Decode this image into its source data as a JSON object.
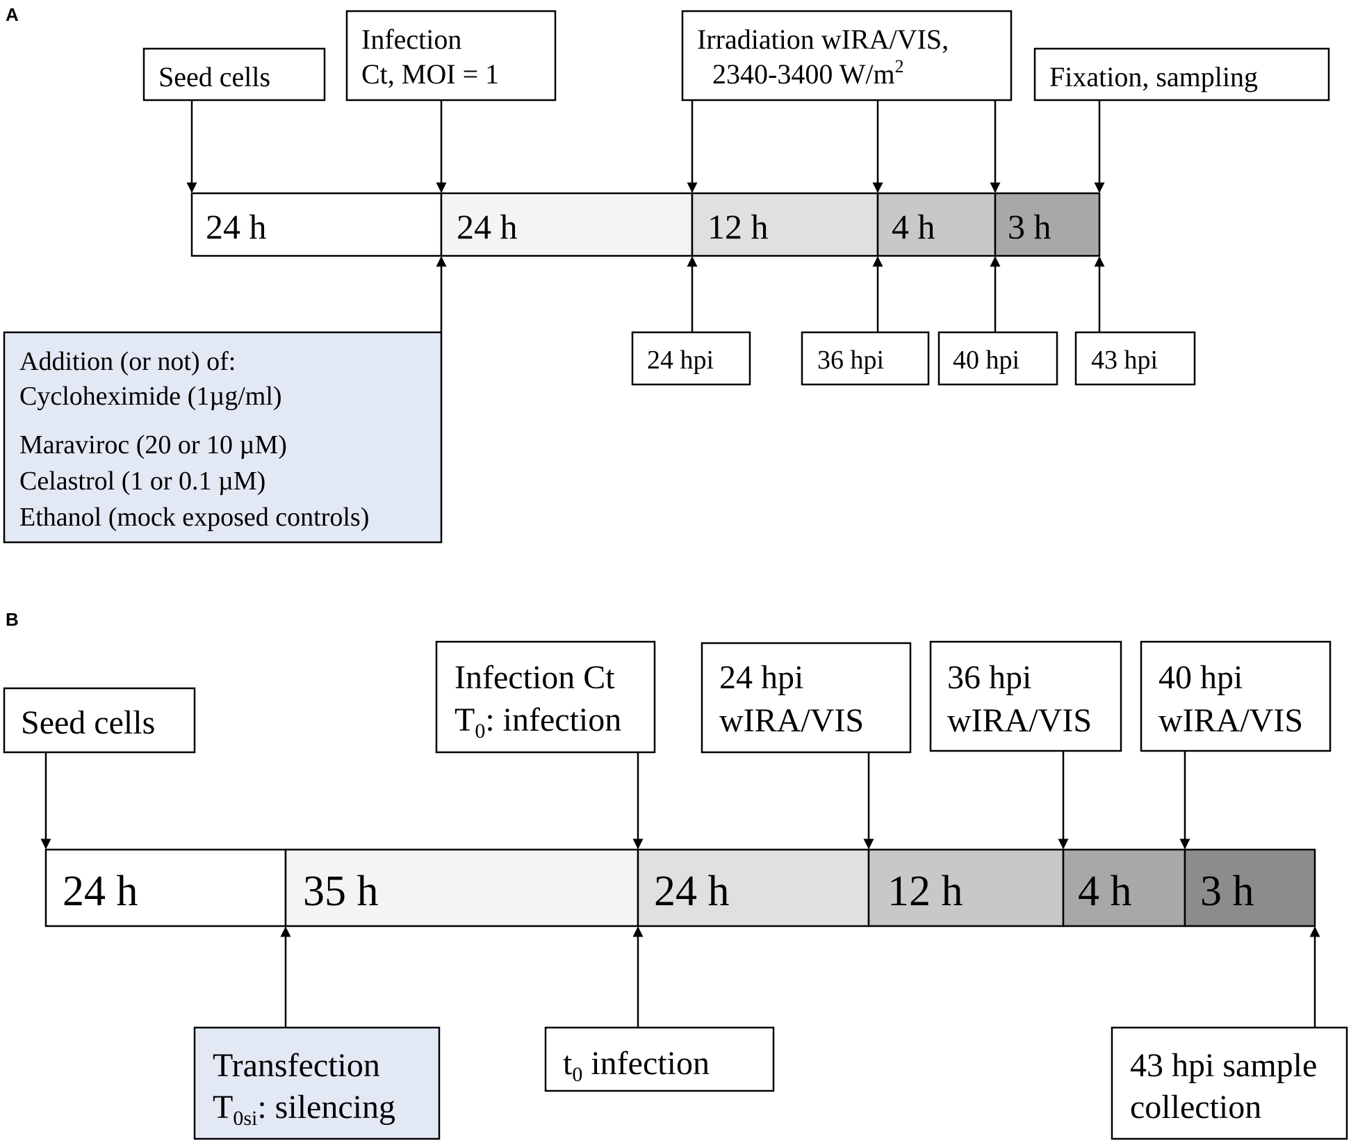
{
  "colors": {
    "blue_box": "#e2e8f4",
    "seg_shades": [
      "#ffffff",
      "#f4f4f4",
      "#e0e0e0",
      "#c8c8c8",
      "#a8a8a8",
      "#8c8c8c"
    ]
  },
  "panel_a": {
    "label": "A",
    "seed_cells": "Seed cells",
    "infection": [
      "Infection",
      "Ct, MOI = 1"
    ],
    "irradiation_line1": "Irradiation wIRA/VIS,",
    "irradiation_line2": "2340-3400 W/m",
    "irradiation_sup": "2",
    "fixation": "Fixation, sampling",
    "segments": [
      "24 h",
      "24 h",
      "12 h",
      "4 h",
      "3 h"
    ],
    "hpi": [
      "24 hpi",
      "36 hpi",
      "40 hpi",
      "43 hpi"
    ],
    "addition": [
      "Addition (or not) of:",
      "Cycloheximide (1µg/ml)",
      "Maraviroc (20 or 10 µM)",
      "Celastrol (1 or 0.1 µM)",
      "Ethanol (mock exposed controls)"
    ]
  },
  "panel_b": {
    "label": "B",
    "seed_cells": "Seed cells",
    "infection_line1": "Infection Ct",
    "infection_T": "T",
    "infection_sub": "0",
    "infection_rest": ": infection",
    "wira": [
      [
        "24 hpi",
        "wIRA/VIS"
      ],
      [
        "36 hpi",
        "wIRA/VIS"
      ],
      [
        "40 hpi",
        "wIRA/VIS"
      ]
    ],
    "segments": [
      "24 h",
      "35 h",
      "24 h",
      "12 h",
      "4 h",
      "3 h"
    ],
    "transfection_line1": "Transfection",
    "transfection_T": "T",
    "transfection_sub": "0si",
    "transfection_rest": ": silencing",
    "t0_t": "t",
    "t0_sub": "0",
    "t0_rest": " infection",
    "sample": [
      "43 hpi sample",
      "collection"
    ]
  }
}
